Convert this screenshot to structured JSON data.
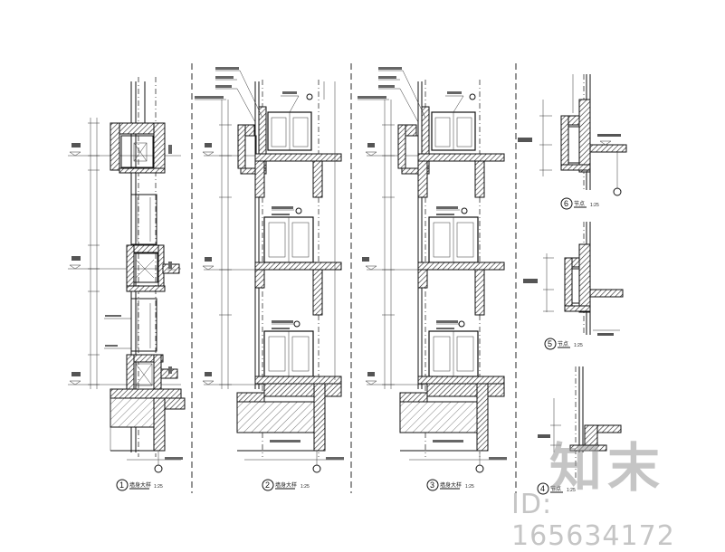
{
  "sheet": {
    "views": [
      {
        "id": "1",
        "title": "墙身大样",
        "scale": "1:25"
      },
      {
        "id": "2",
        "title": "墙身大样",
        "scale": "1:25"
      },
      {
        "id": "3",
        "title": "墙身大样",
        "scale": "1:25"
      },
      {
        "id": "4",
        "title": "节点",
        "scale": "1:25"
      },
      {
        "id": "5",
        "title": "节点",
        "scale": "1:25"
      },
      {
        "id": "6",
        "title": "节点",
        "scale": "1:25"
      }
    ]
  },
  "watermark": {
    "logo": "知末",
    "id_text": "ID: 165634172"
  },
  "colors": {
    "line": "#111111",
    "watermark": "#969696"
  }
}
